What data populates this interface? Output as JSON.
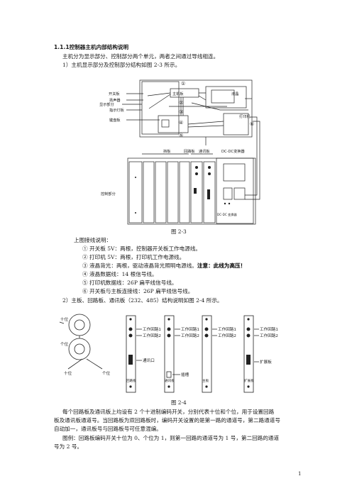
{
  "section_heading": "1.1.1控制器主机内部结构说明",
  "intro_line": "主机分为显示部分、控制部分两个单元，两者之间通过导线相连。",
  "item_1": "1）主机显示部分及控制部分结构如图 2-3 所示。",
  "fig23": {
    "label_switch_board": "开关板",
    "label_speaker": "扬声器",
    "label_display_part": "显示部分",
    "label_indicator": "指示灯板",
    "label_keyboard": "键盘板",
    "label_motherboard": "主机板",
    "label_lcd": "液晶",
    "label_printer": "打印机",
    "label_control_part": "控制部分",
    "label_blank_board": "挡板",
    "label_loop_board": "回路板",
    "label_comm_board": "通讯板",
    "label_dcdc": "DC-DC变换器",
    "label_dc_transformer": "DC-DC 变换器",
    "num1": "①",
    "num2": "②",
    "num3": "③",
    "num4": "④",
    "num5": "⑤",
    "num6": "⑥"
  },
  "caption_23": "图 2-3",
  "wiring_title": "上图接线说明：",
  "wiring": [
    "①  开关板 5V：两根，控制器开关板工作电源线。",
    "②  打印机 5V：两根，打印机工作电源线。",
    "③  液晶背光：两根，驱动液晶背光照明电源线。",
    "④  液晶数据线：14 根信号线。",
    "⑤  打印机数据线：26P 扁平线信号线。",
    "⑥  开关板与主板连接线：26P 扁平线信号线。"
  ],
  "wiring_3_warning": "注意：此线为高压！",
  "item_2": "2）主板、回路板、通讯板（232、485）结构说明如图 2-4 所示。",
  "fig24": {
    "label_tens": "十位",
    "label_ones": "个位",
    "label_work_loop1": "工作回路1",
    "label_work_loop2": "工作回路2",
    "label_comm_port": "通讯口",
    "label_slot": "插槽",
    "label_loop_board": "回路板",
    "label_comm_board": "通讯板",
    "label_main_board": "主板",
    "label_expansion": "扩展板"
  },
  "caption_24": "图 2-4",
  "para_1": [
    "每个回路板及通讯板上均设有 2 个十进制编码开关，分别代表十位和个位，用于设置回路",
    "板及通讯板通道号。当回路板为双回路板时，编码开关设置的是第一路的通道号，第二路通道号",
    "自动加一，通讯板号与回路板号可任意混编。"
  ],
  "para_2": [
    "图例：回路板编码开关十位为 0、个位为 1，则第一回路的通道号为 1 号，第二回路的通道",
    "号为 2 号。"
  ],
  "page_number": "1"
}
